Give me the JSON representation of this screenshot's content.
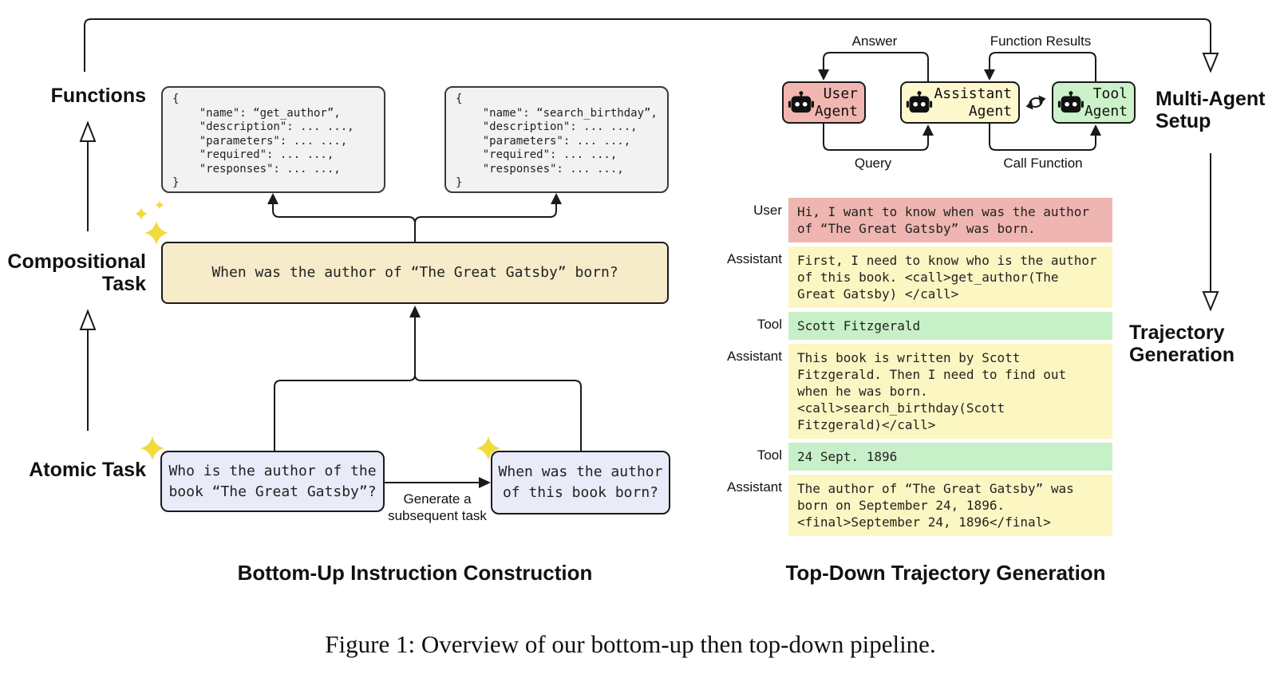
{
  "left_pipeline": {
    "functions_label": "Functions",
    "compositional_label": "Compositional\nTask",
    "atomic_label": "Atomic Task",
    "function_boxes": [
      {
        "code": "{\n    \"name\": “get_author”,\n    \"description\": ... ...,\n    \"parameters\": ... ...,\n    \"required\": ... ...,\n    \"responses\": ... ...,\n}"
      },
      {
        "code": "{\n    \"name\": “search_birthday”,\n    \"description\": ... ...,\n    \"parameters\": ... ...,\n    \"required\": ... ...,\n    \"responses\": ... ...,\n}"
      }
    ],
    "compositional_task": "When was the author of “The Great Gatsby” born?",
    "atomic_tasks": [
      {
        "text": "Who is the author of the\nbook “The Great Gatsby”?"
      },
      {
        "text": "When was the author\nof this book born?"
      }
    ],
    "subsequent_arrow_label": "Generate a\nsubsequent task",
    "title": "Bottom-Up Instruction Construction"
  },
  "right_pipeline": {
    "multi_agent_label": "Multi-Agent\nSetup",
    "trajectory_label": "Trajectory\nGeneration",
    "agents": [
      {
        "name": "User\nAgent"
      },
      {
        "name": "Assistant\nAgent"
      },
      {
        "name": "Tool\nAgent"
      }
    ],
    "arc_labels": {
      "answer": "Answer",
      "query": "Query",
      "function_results": "Function Results",
      "call_function": "Call Function"
    },
    "conversation": [
      {
        "speaker": "User",
        "text": "Hi, I want to know when was the author\nof “The Great Gatsby” was born."
      },
      {
        "speaker": "Assistant",
        "text": "First, I need to know who is the author\nof this book. <call>get_author(The\nGreat Gatsby) </call>"
      },
      {
        "speaker": "Tool",
        "text": "Scott Fitzgerald"
      },
      {
        "speaker": "Assistant",
        "text": "This book is written by Scott\nFitzgerald. Then I need to find out\nwhen he was born.\n<call>search_birthday(Scott\nFitzgerald)</call>"
      },
      {
        "speaker": "Tool",
        "text": "24 Sept. 1896"
      },
      {
        "speaker": "Assistant",
        "text": "The author of “The Great Gatsby” was\nborn on September 24, 1896.\n<final>September 24, 1896</final>"
      }
    ],
    "title": "Top-Down Trajectory Generation"
  },
  "caption": "Figure 1: Overview of our bottom-up then top-down pipeline.",
  "colors": {
    "user": "#efb5b0",
    "assistant": "#fcf6c2",
    "tool": "#c8f0c8",
    "compositional_box": "#f7ecca",
    "atomic_box": "#e9ecf8",
    "function_box": "#f2f2f2",
    "sparkle": "#f2da3d",
    "line": "#1a1a1a"
  }
}
